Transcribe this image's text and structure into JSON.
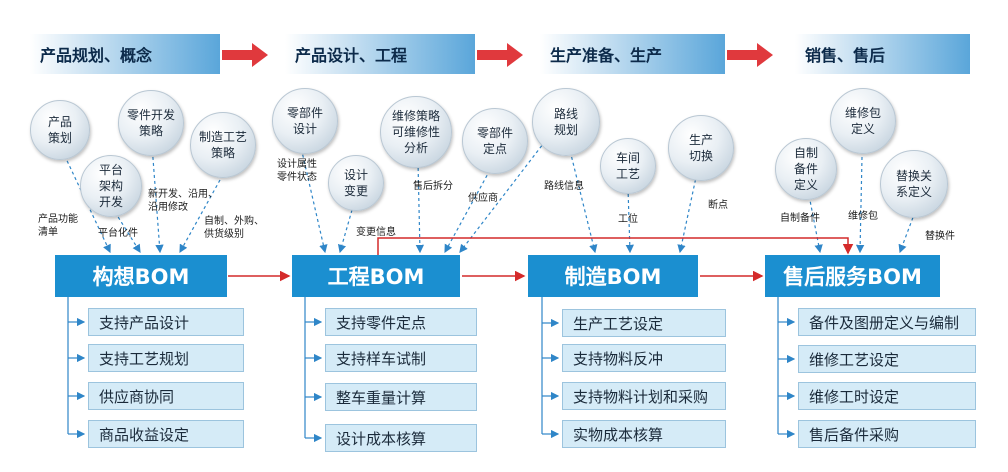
{
  "phases": [
    "产品规划、概念",
    "产品设计、工程",
    "生产准备、生产",
    "销售、售后"
  ],
  "circles": [
    "产品\n策划",
    "平台\n架构\n开发",
    "零件开发\n策略",
    "制造工艺\n策略",
    "零部件\n设计",
    "设计\n变更",
    "维修策略\n可维修性\n分析",
    "零部件\n定点",
    "路线\n规划",
    "车间\n工艺",
    "生产\n切换",
    "自制\n备件\n定义",
    "维修包\n定义",
    "替换关\n系定义"
  ],
  "annotations": [
    "产品功能\n清单",
    "平台化件",
    "新开发、沿用、\n沿用修改",
    "自制、外购、\n供货级别",
    "设计属性\n零件状态",
    "变更信息",
    "售后拆分",
    "供应商",
    "路线信息",
    "工位",
    "断点",
    "自制备件",
    "维修包",
    "替换件"
  ],
  "boms": [
    "构想BOM",
    "工程BOM",
    "制造BOM",
    "售后服务BOM"
  ],
  "lists": [
    [
      "支持产品设计",
      "支持工艺规划",
      "供应商协同",
      "商品收益设定"
    ],
    [
      "支持零件定点",
      "支持样车试制",
      "整车重量计算",
      "设计成本核算"
    ],
    [
      "生产工艺设定",
      "支持物料反冲",
      "支持物料计划和采购",
      "实物成本核算"
    ],
    [
      "备件及图册定义与编制",
      "维修工艺设定",
      "维修工时设定",
      "售后备件采购"
    ]
  ],
  "colors": {
    "bom_blue": "#1b8fd0",
    "item_bg": "#d5ebf7",
    "arrow_red": "#d42a2a",
    "line_blue": "#2f86c8"
  }
}
